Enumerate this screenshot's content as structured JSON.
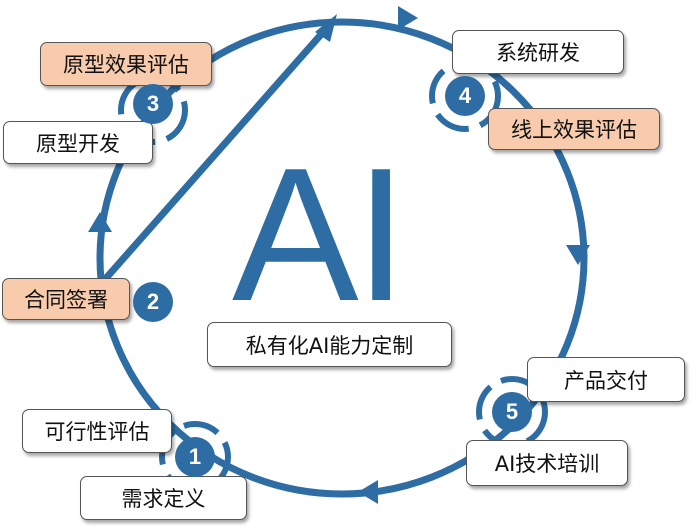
{
  "center": {
    "logo": "AI",
    "label": "私有化AI能力定制"
  },
  "steps": [
    {
      "number": "1",
      "boxes": [
        "可行性评估",
        "需求定义"
      ]
    },
    {
      "number": "2",
      "boxes": [
        "合同签署"
      ]
    },
    {
      "number": "3",
      "boxes": [
        "原型效果评估",
        "原型开发"
      ]
    },
    {
      "number": "4",
      "boxes": [
        "系统研发",
        "线上效果评估"
      ]
    },
    {
      "number": "5",
      "boxes": [
        "产品交付",
        "AI技术培训"
      ]
    }
  ],
  "colors": {
    "accent": "#2e6da4",
    "highlight": "#f8cbad"
  }
}
